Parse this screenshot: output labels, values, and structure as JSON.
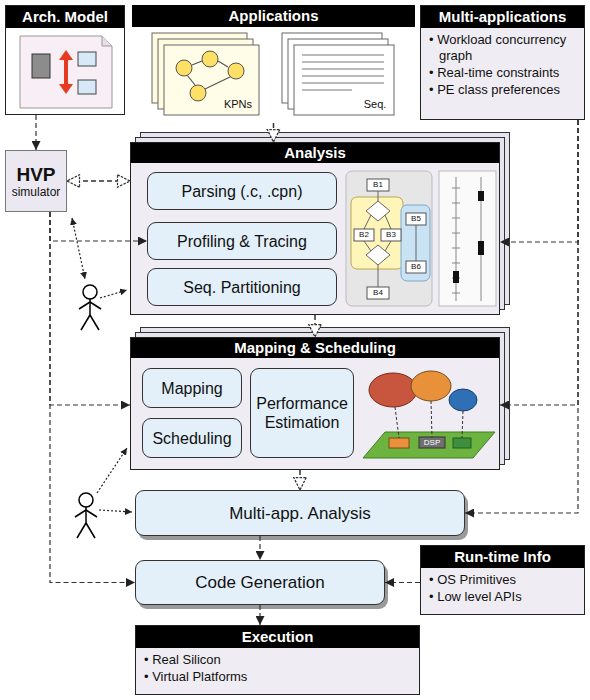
{
  "diagram": {
    "nodes": [
      {
        "text": [
          "Arch. Model"
        ]
      },
      {
        "text": [
          "Applications"
        ]
      },
      {
        "text": [
          "Multi-applications",
          "• Workload concurrency graph",
          "• Real-time constraints",
          "• PE class preferences"
        ]
      },
      {
        "text": [
          "HVP",
          "simulator"
        ]
      },
      {
        "text": [
          "Analysis"
        ]
      },
      {
        "text": [
          "Parsing (.c, .cpn)"
        ],
        "in": 4
      },
      {
        "text": [
          "Profiling & Tracing"
        ],
        "in": 4
      },
      {
        "text": [
          "Seq. Partitioning"
        ],
        "in": 4
      },
      {
        "text": [
          "Mapping & Scheduling"
        ]
      },
      {
        "text": [
          "Mapping"
        ],
        "in": 8
      },
      {
        "text": [
          "Scheduling"
        ],
        "in": 8
      },
      {
        "text": [
          "Performance Estimation"
        ],
        "in": 8
      },
      {
        "text": [
          "Multi-app. Analysis"
        ]
      },
      {
        "text": [
          "Run-time Info",
          "• OS Primitives",
          "• Low level APIs"
        ]
      },
      {
        "text": [
          "Code Generation"
        ]
      },
      {
        "text": [
          "Execution",
          "• Real Silicon",
          "• Virtual Platforms"
        ]
      }
    ],
    "edges": [
      {
        "from": 0,
        "to": 3,
        "arrow": "to"
      },
      {
        "from": 1,
        "to": 4,
        "arrow": "to"
      },
      {
        "from": 3,
        "to": 4,
        "arrow": "both"
      },
      {
        "from": 3,
        "to": 6,
        "arrow": "to"
      },
      {
        "from": 2,
        "to": 4,
        "arrow": "to"
      },
      {
        "from": 4,
        "to": 8,
        "arrow": "to"
      },
      {
        "from": 3,
        "to": 8,
        "arrow": "to"
      },
      {
        "from": 2,
        "to": 8,
        "arrow": "to"
      },
      {
        "from": 8,
        "to": 12,
        "arrow": "to"
      },
      {
        "from": 2,
        "to": 12,
        "arrow": "to"
      },
      {
        "from": 12,
        "to": 14,
        "arrow": "to"
      },
      {
        "from": 3,
        "to": 14,
        "arrow": "to"
      },
      {
        "from": 13,
        "to": 14,
        "arrow": "to"
      },
      {
        "from": 14,
        "to": 15,
        "arrow": "to"
      }
    ],
    "labels": [
      "KPNs",
      "Seq.",
      "B1",
      "B2",
      "B3",
      "B4",
      "B5",
      "B6",
      "DSP"
    ]
  }
}
